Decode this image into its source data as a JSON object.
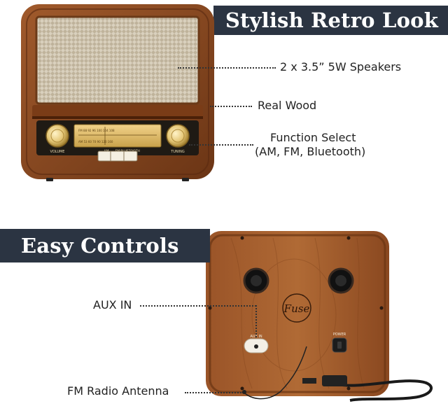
{
  "banners": {
    "top": "Stylish Retro Look",
    "bottom": "Easy Controls"
  },
  "callouts": {
    "speakers": "2 x 3.5” 5W Speakers",
    "wood": "Real Wood",
    "function_line1": "Function Select",
    "function_line2": "(AM, FM, Bluetooth)",
    "aux": "AUX IN",
    "antenna": "FM Radio Antenna"
  },
  "radio_front": {
    "knob_left_label": "VOLUME",
    "knob_right_label": "TUNING",
    "band_labels": [
      "AM",
      "FM",
      "BLUETOOTH"
    ]
  },
  "radio_back": {
    "aux_label": "AUX IN",
    "power_label": "POWER",
    "logo": "Fuse"
  },
  "colors": {
    "banner": "#2b3442",
    "wood": "#8a4a22",
    "wood_dark": "#5e2e12",
    "grille": "#dcd4c3",
    "gold": "#d8b257"
  }
}
